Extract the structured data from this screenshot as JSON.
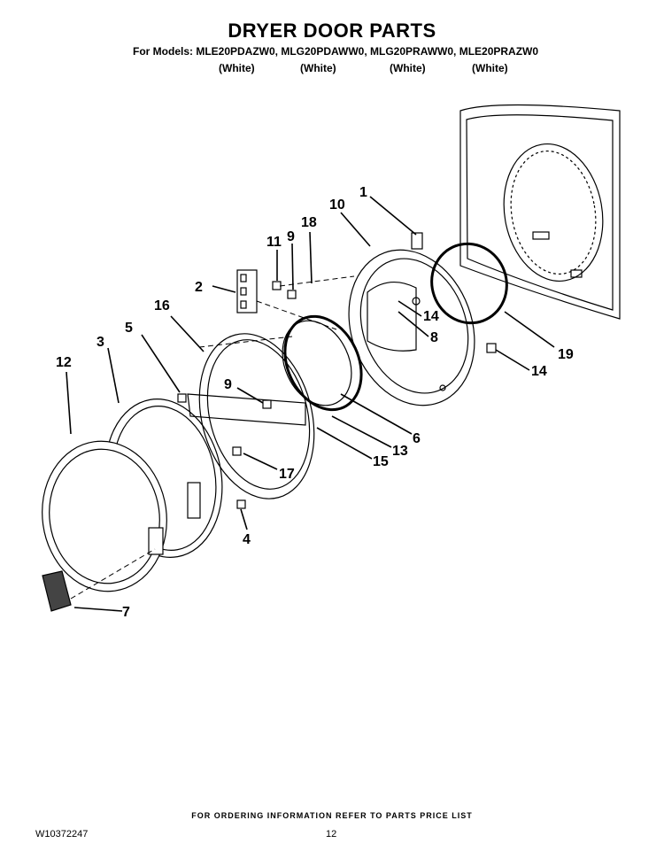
{
  "header": {
    "title": "DRYER DOOR PARTS",
    "models_line": "For Models: MLE20PDAZW0, MLG20PDAWW0, MLG20PRAWW0, MLE20PRAZW0",
    "colors": [
      "(White)",
      "(White)",
      "(White)",
      "(White)"
    ]
  },
  "diagram": {
    "callouts": [
      "1",
      "2",
      "3",
      "4",
      "5",
      "6",
      "7",
      "8",
      "9",
      "9",
      "10",
      "11",
      "12",
      "13",
      "14",
      "14",
      "15",
      "16",
      "17",
      "18",
      "19"
    ]
  },
  "footer": {
    "ordering_note": "FOR ORDERING INFORMATION REFER TO PARTS PRICE LIST",
    "doc_number": "W10372247",
    "page_number": "12"
  }
}
